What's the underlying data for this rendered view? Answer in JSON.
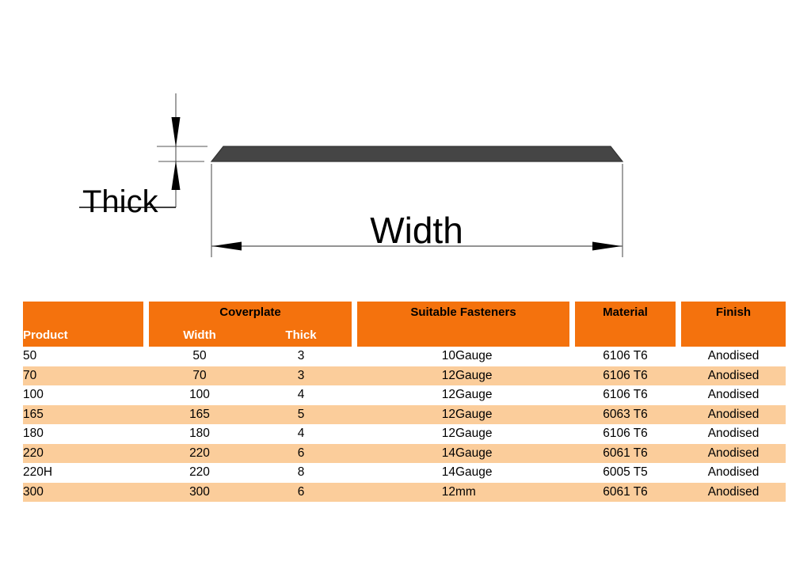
{
  "diagram": {
    "name": "coverplate-cross-section-drawing",
    "thickness_label": "Thick",
    "width_label": "Width",
    "plate_color": "#454545",
    "line_color": "#000000"
  },
  "table": {
    "name": "coverplate-specification-table",
    "header_bg": "#F4720D",
    "row_shade_bg": "#FBCD9B",
    "row_plain_bg": "#FFFFFF",
    "group_headers": {
      "product": "",
      "coverplate": "Coverplate",
      "suitable_fasteners": "Suitable Fasteners",
      "material": "Material",
      "finish": "Finish"
    },
    "column_headers": {
      "product": "Product",
      "width": "Width",
      "thick": "Thick",
      "suitable_fasteners": "",
      "material": "",
      "finish": ""
    },
    "rows": [
      {
        "product": "50",
        "width": "50",
        "thick": "3",
        "fastener_size": "10",
        "fastener_unit": "Gauge",
        "material": "6106 T6",
        "finish": "Anodised",
        "shaded": false
      },
      {
        "product": "70",
        "width": "70",
        "thick": "3",
        "fastener_size": "12",
        "fastener_unit": "Gauge",
        "material": "6106 T6",
        "finish": "Anodised",
        "shaded": true
      },
      {
        "product": "100",
        "width": "100",
        "thick": "4",
        "fastener_size": "12",
        "fastener_unit": "Gauge",
        "material": "6106 T6",
        "finish": "Anodised",
        "shaded": false
      },
      {
        "product": "165",
        "width": "165",
        "thick": "5",
        "fastener_size": "12",
        "fastener_unit": "Gauge",
        "material": "6063 T6",
        "finish": "Anodised",
        "shaded": true
      },
      {
        "product": "180",
        "width": "180",
        "thick": "4",
        "fastener_size": "12",
        "fastener_unit": "Gauge",
        "material": "6106 T6",
        "finish": "Anodised",
        "shaded": false
      },
      {
        "product": "220",
        "width": "220",
        "thick": "6",
        "fastener_size": "14",
        "fastener_unit": "Gauge",
        "material": "6061 T6",
        "finish": "Anodised",
        "shaded": true
      },
      {
        "product": "220H",
        "width": "220",
        "thick": "8",
        "fastener_size": "14",
        "fastener_unit": "Gauge",
        "material": "6005 T5",
        "finish": "Anodised",
        "shaded": false
      },
      {
        "product": "300",
        "width": "300",
        "thick": "6",
        "fastener_size": "12",
        "fastener_unit": "mm",
        "material": "6061 T6",
        "finish": "Anodised",
        "shaded": true
      }
    ]
  }
}
